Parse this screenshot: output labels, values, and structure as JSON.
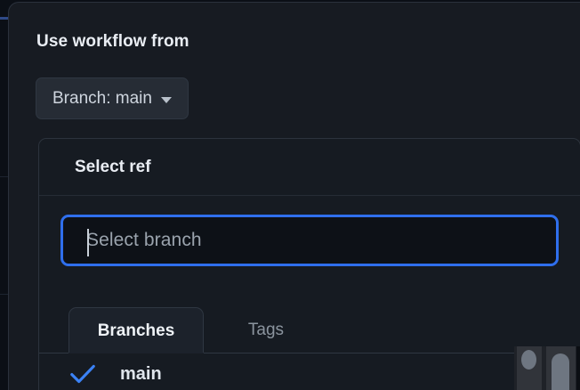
{
  "dialog": {
    "title": "Use workflow from",
    "trigger": {
      "label": "Branch: main",
      "caret_icon": "chevron-down-icon"
    }
  },
  "ref_panel": {
    "header_title": "Select ref",
    "search": {
      "placeholder": "Select branch",
      "value": "",
      "focused": true,
      "focus_ring_color": "#2f6fed"
    },
    "tabs": [
      {
        "label": "Branches",
        "active": true
      },
      {
        "label": "Tags",
        "active": false
      }
    ],
    "items": [
      {
        "label": "main",
        "selected": true,
        "check_icon": "check-icon"
      }
    ]
  },
  "scrollbar": {
    "name": "vertical-scrollbar",
    "thumb_color": "#6e7681",
    "track_color": "#31343a"
  },
  "colors": {
    "dialog_background": "#171b22",
    "panel_background": "#161b22",
    "input_background": "#0d1117",
    "accent_blue": "#2f6fed",
    "check_blue": "#3b82f6",
    "text_primary": "#e9edf3",
    "text_muted": "#8b949e",
    "border": "#2c333d"
  }
}
